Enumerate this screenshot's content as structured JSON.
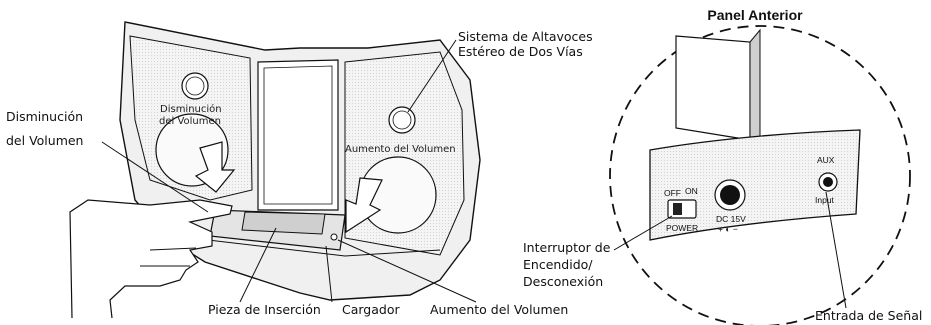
{
  "left_callouts": {
    "speakers": [
      "Sistema de Altavoces",
      "Estéreo de Dos Vías"
    ],
    "volume_down_side": [
      "Disminución",
      "del Volumen"
    ],
    "insert_piece": "Pieza de Inserción",
    "charger": "Cargador",
    "volume_up_bottom": "Aumento del Volumen"
  },
  "on_device": {
    "volume_down": [
      "Disminución",
      "del Volumen"
    ],
    "volume_up": "Aumento del Volumen"
  },
  "right_panel": {
    "title": "Panel Anterior",
    "switch_text": [
      "OFF",
      "ON"
    ],
    "power_label": "POWER",
    "dc_label": "DC 15V",
    "aux_label": "AUX",
    "input_label": "Input",
    "switch_callout": [
      "Interruptor de",
      "Encendido/",
      "Desconexión"
    ],
    "signal_callout": "Entrada de Señal"
  }
}
